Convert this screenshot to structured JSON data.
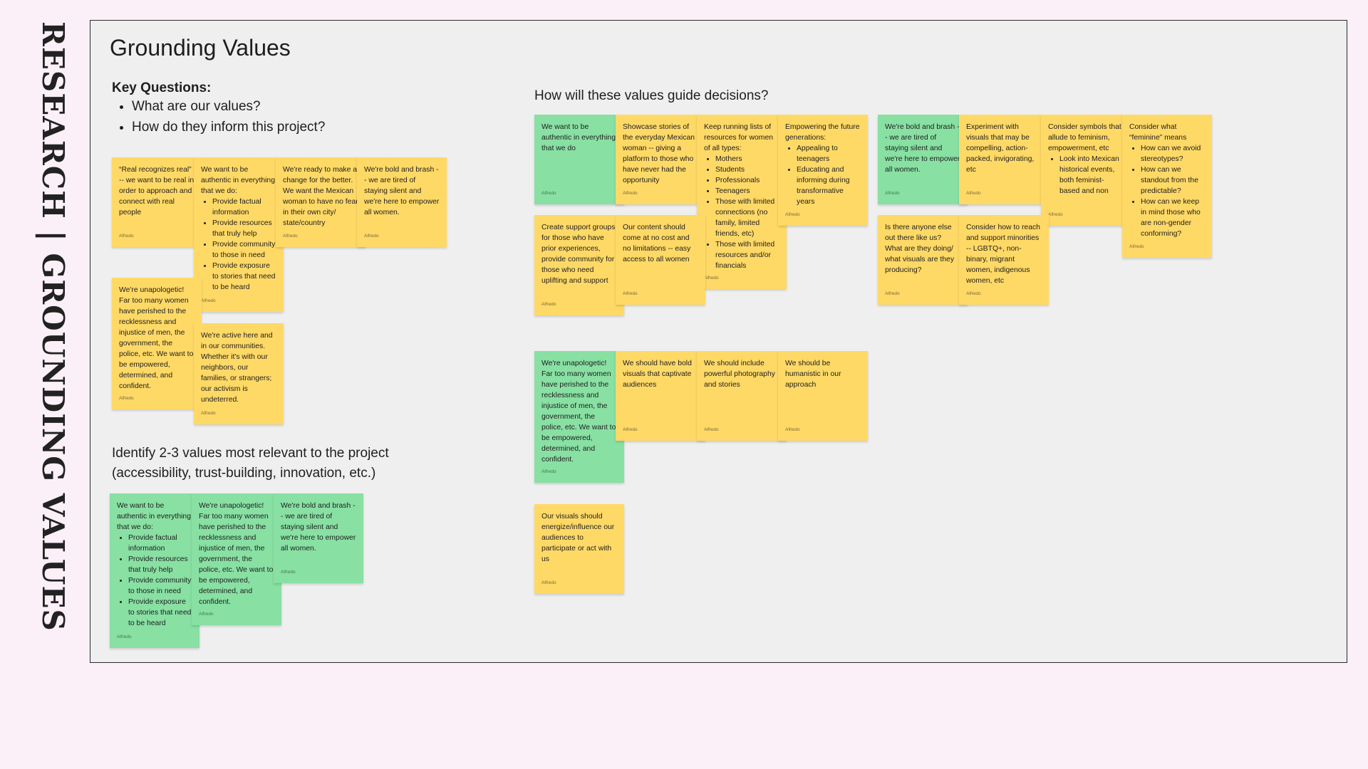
{
  "side_title": "RESEARCH | GROUNDING VALUES",
  "board": {
    "title": "Grounding Values",
    "key_questions": {
      "title": "Key Questions:",
      "items": [
        "What are our values?",
        "How do they inform this project?"
      ]
    },
    "identify_heading": [
      "Identify 2-3 values most relevant to the project",
      "(accessibility, trust-building, innovation, etc.)"
    ],
    "guide_heading": "How will these values guide decisions?"
  },
  "notes": [
    {
      "id": "v1",
      "color": "yellow",
      "text": "“Real recognizes real” -- we want to be real in order to approach and connect with real people",
      "author": "Alfredo"
    },
    {
      "id": "v2",
      "color": "yellow",
      "text": "We want to be authentic in everything that we do:",
      "bullets": [
        "Provide factual information",
        "Provide resources that truly help",
        "Provide community to those in need",
        "Provide exposure to stories that need to be heard"
      ],
      "author": "Alfredo"
    },
    {
      "id": "v3",
      "color": "yellow",
      "text": "We're ready to make a change for the better. We want the Mexican woman to have no fear in their own city/ state/country",
      "author": "Alfredo"
    },
    {
      "id": "v4",
      "color": "yellow",
      "text": "We're bold and brash -- we are tired of staying silent and we're here to empower all women.",
      "author": "Alfredo"
    },
    {
      "id": "v5",
      "color": "yellow",
      "text": "We're unapologetic! Far too many women have perished to the recklessness and injustice of men, the government, the police, etc. We want to be empowered, determined, and confident.",
      "author": "Alfredo"
    },
    {
      "id": "v6",
      "color": "yellow",
      "text": "We're active here and in our communities. Whether it's with our neighbors, our families, or strangers; our activism is undeterred.",
      "author": "Alfredo"
    },
    {
      "id": "s1",
      "color": "green",
      "text": "We want to be authentic in everything that we do:",
      "bullets": [
        "Provide factual information",
        "Provide resources that truly help",
        "Provide community to those in need",
        "Provide exposure to stories that need to be heard"
      ],
      "author": "Alfredo"
    },
    {
      "id": "s2",
      "color": "green",
      "text": "We're unapologetic! Far too many women have perished to the recklessness and injustice of men, the government, the police, etc. We want to be empowered, determined, and confident.",
      "author": "Alfredo"
    },
    {
      "id": "s3",
      "color": "green",
      "text": "We're bold and brash -- we are tired of staying silent and we're here to empower all women.",
      "author": "Alfredo"
    },
    {
      "id": "g1",
      "color": "green",
      "text": "We want to be authentic in everything that we do",
      "author": "Alfredo"
    },
    {
      "id": "g2",
      "color": "yellow",
      "text": "Showcase stories of the everyday Mexican woman -- giving a platform to those who have never had the opportunity",
      "author": "Alfredo"
    },
    {
      "id": "g3",
      "color": "yellow",
      "text": "Keep running lists of resources for women of all types:",
      "bullets": [
        "Mothers",
        "Students",
        "Professionals",
        "Teenagers",
        "Those with limited connections (no family, limited friends, etc)",
        "Those with limited resources and/or financials"
      ],
      "author": "Alfredo"
    },
    {
      "id": "g4",
      "color": "yellow",
      "text": "Empowering the future generations:",
      "bullets": [
        "Appealing to teenagers",
        "Educating and informing during transformative years"
      ],
      "author": "Alfredo"
    },
    {
      "id": "g5",
      "color": "yellow",
      "text": "Create support groups for those who have prior experiences, provide community for those who need uplifting and support",
      "author": "Alfredo"
    },
    {
      "id": "g6",
      "color": "yellow",
      "text": "Our content should come at no cost and no limitations -- easy access to all women",
      "author": "Alfredo"
    },
    {
      "id": "g7",
      "color": "green",
      "text": "We're bold and brash -- we are tired of staying silent and we're here to empower all women.",
      "author": "Alfredo"
    },
    {
      "id": "g8",
      "color": "yellow",
      "text": "Experiment with visuals that may be compelling, action-packed, invigorating, etc",
      "author": "Alfredo"
    },
    {
      "id": "g9",
      "color": "yellow",
      "text": "Consider symbols that allude to feminism, empowerment, etc",
      "bullets": [
        "Look into Mexican historical events, both feminist-based and non"
      ],
      "author": "Alfredo"
    },
    {
      "id": "g10",
      "color": "yellow",
      "text": "Consider what “feminine” means",
      "bullets": [
        "How can we avoid stereotypes?",
        "How can we standout from the predictable?",
        "How can we keep in mind those who are non-gender conforming?"
      ],
      "author": "Alfredo"
    },
    {
      "id": "g11",
      "color": "yellow",
      "text": "Is there anyone else out there like us? What are they doing/ what visuals are they producing?",
      "author": "Alfredo"
    },
    {
      "id": "g12",
      "color": "yellow",
      "text": "Consider how to reach and support minorities -- LGBTQ+, non-binary, migrant women, indigenous women, etc",
      "author": "Alfredo"
    },
    {
      "id": "g13",
      "color": "green",
      "text": "We're unapologetic! Far too many women have perished to the recklessness and injustice of men, the government, the police, etc. We want to be empowered, determined, and confident.",
      "author": "Alfredo"
    },
    {
      "id": "g14",
      "color": "yellow",
      "text": "We should have bold visuals that captivate audiences",
      "author": "Alfredo"
    },
    {
      "id": "g15",
      "color": "yellow",
      "text": "We should include powerful photography and stories",
      "author": "Alfredo"
    },
    {
      "id": "g16",
      "color": "yellow",
      "text": "We should be humanistic in our approach",
      "author": "Alfredo"
    },
    {
      "id": "g17",
      "color": "yellow",
      "text": "Our visuals should energize/influence our audiences to participate or act with us",
      "author": "Alfredo"
    }
  ]
}
